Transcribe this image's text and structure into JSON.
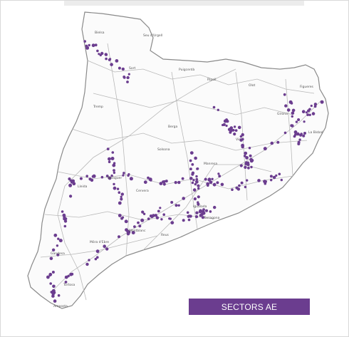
{
  "map": {
    "legend_label": "SECTORS AE",
    "colors": {
      "accent": "#6b3d8f",
      "legend_text": "#ffffff",
      "land": "#fbfbfb",
      "outline": "#8a8a8a",
      "roads": "#b9b9b9"
    },
    "icons": [
      "map-outline",
      "location-marker-dots"
    ],
    "labels": [
      "Bielsa",
      "Seu d'Urgell",
      "Puigcerdà",
      "Ripoll",
      "Olot",
      "Figueres",
      "Girona",
      "Berga",
      "Solsona",
      "Manresa",
      "Vic",
      "Balaguer",
      "Lleida",
      "Cervera",
      "Igualada",
      "Montblanc",
      "Reus",
      "Tarragona",
      "Móra d'Ebre",
      "Gandesa",
      "Tortosa",
      "Amposta",
      "Tremp",
      "Sort",
      "La Bisbal"
    ]
  }
}
